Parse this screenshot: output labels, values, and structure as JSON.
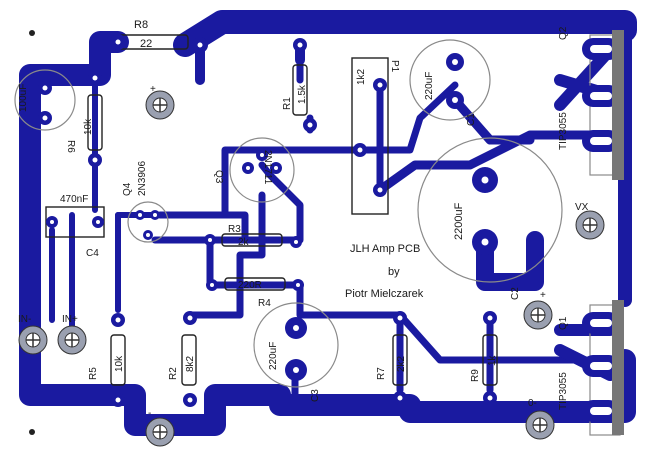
{
  "board": {
    "title_lines": [
      "JLH Amp PCB",
      "by",
      "Piotr Mielczarek"
    ],
    "colors": {
      "copper": "#1a1aa0",
      "outline": "#8a8a8a",
      "silk": "#1a1a1a",
      "background": "#ffffff"
    }
  },
  "components": {
    "R8": {
      "ref": "R8",
      "value": "22"
    },
    "R6": {
      "ref": "R6",
      "value": "10k"
    },
    "R1": {
      "ref": "R1",
      "value": "1.5k"
    },
    "P1": {
      "ref": "P1",
      "value": "1k2"
    },
    "C1_top": {
      "ref": "C1",
      "value": "220uF"
    },
    "C_left": {
      "value": "100uF"
    },
    "C1_big": {
      "ref": "C1",
      "value": "2200uF"
    },
    "Q4": {
      "ref": "Q4",
      "value": "2N3906"
    },
    "Q3": {
      "ref": "Q3",
      "value": "2N1711"
    },
    "C4": {
      "ref": "C4",
      "value": "470nF"
    },
    "R3": {
      "ref": "R3",
      "value": "2k"
    },
    "R4": {
      "ref": "R4",
      "value": "220R"
    },
    "C3": {
      "ref": "C3",
      "value": "220uF"
    },
    "C2": {
      "ref": "C2"
    },
    "Q2": {
      "ref": "Q2",
      "value": "TIP3055"
    },
    "Q1": {
      "ref": "Q1",
      "value": "TIP3055"
    },
    "R5": {
      "ref": "R5",
      "value": "10k"
    },
    "R2": {
      "ref": "R2",
      "value": "8k2"
    },
    "R7": {
      "ref": "R7",
      "value": "2k2"
    },
    "R9": {
      "ref": "R9",
      "value": "1k"
    }
  },
  "connectors": {
    "in_minus": "IN-",
    "in_plus": "IN+",
    "vx": "VX",
    "plus": "+",
    "minus": "-",
    "zero": "0-",
    "c2_plus": "+"
  }
}
